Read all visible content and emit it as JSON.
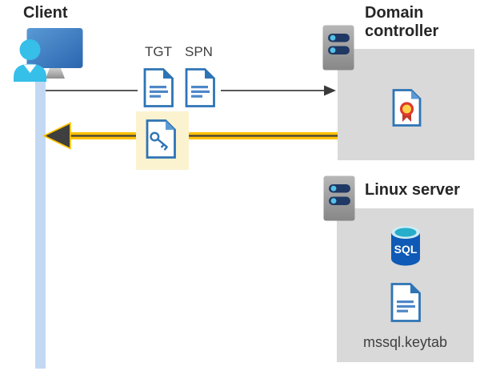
{
  "client": {
    "label": "Client"
  },
  "tickets": {
    "tgt": "TGT",
    "spn": "SPN"
  },
  "domain_controller": {
    "label": "Domain controller"
  },
  "linux_server": {
    "label": "Linux server",
    "sql_badge": "SQL",
    "keytab_file": "mssql.keytab"
  },
  "icons": {
    "client": "user-workstation-icon",
    "domain_controller": "server-icon",
    "linux_server": "server-icon",
    "tgt": "document-icon",
    "spn": "document-icon",
    "ticket": "key-document-icon",
    "certificate": "certificate-icon",
    "database": "sql-database-icon",
    "keytab": "document-icon"
  },
  "arrows": {
    "request": {
      "direction": "right",
      "color": "#595959"
    },
    "response": {
      "direction": "left",
      "color": "#404040",
      "highlight": "#ffc000"
    }
  },
  "colors": {
    "accent_blue": "#2e74b5",
    "doc_line_blue": "#4e87c8",
    "person_cyan": "#36bfe9",
    "bar_light_blue": "#c3d9f3",
    "box_gray": "#d9d9d9",
    "highlight_yellow": "#fbf3d0",
    "arrow_gold": "#ffc000",
    "arrow_dark": "#404040",
    "sql_blue": "#0e5ab6",
    "sql_top_cyan": "#26aecb",
    "rosette_red": "#dd3a2a",
    "rosette_gold": "#ffd24a",
    "server_pill_navy": "#1f3864",
    "server_dot_cyan": "#56c2e8"
  }
}
